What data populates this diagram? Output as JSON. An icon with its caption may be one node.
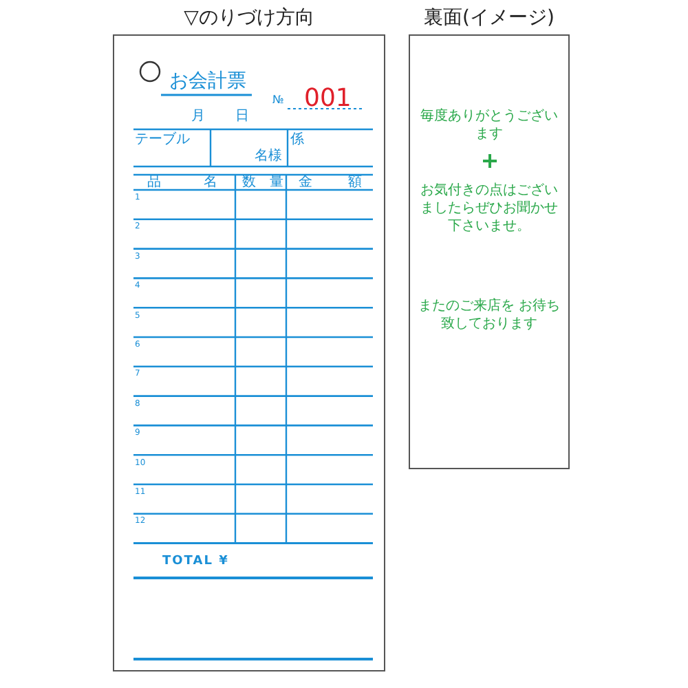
{
  "diagram": {
    "nodes": [
      {
        "text": [
          "▽のりづけ方向"
        ]
      },
      {
        "text": [
          "裏面(イメージ)",
          "毎度ありがとうございます",
          "お気付きの点はございましたらぜひお聞かせ下さいませ。",
          "またのご来店を お待ち致しております"
        ]
      }
    ],
    "labels": [
      "お会計票",
      "№",
      "001",
      "月",
      "日",
      "テーブル",
      "係",
      "名様",
      "品",
      "名",
      "数",
      "量",
      "金",
      "額",
      "1",
      "2",
      "3",
      "4",
      "5",
      "6",
      "7",
      "8",
      "9",
      "10",
      "11",
      "12",
      "TOTAL ¥"
    ]
  }
}
